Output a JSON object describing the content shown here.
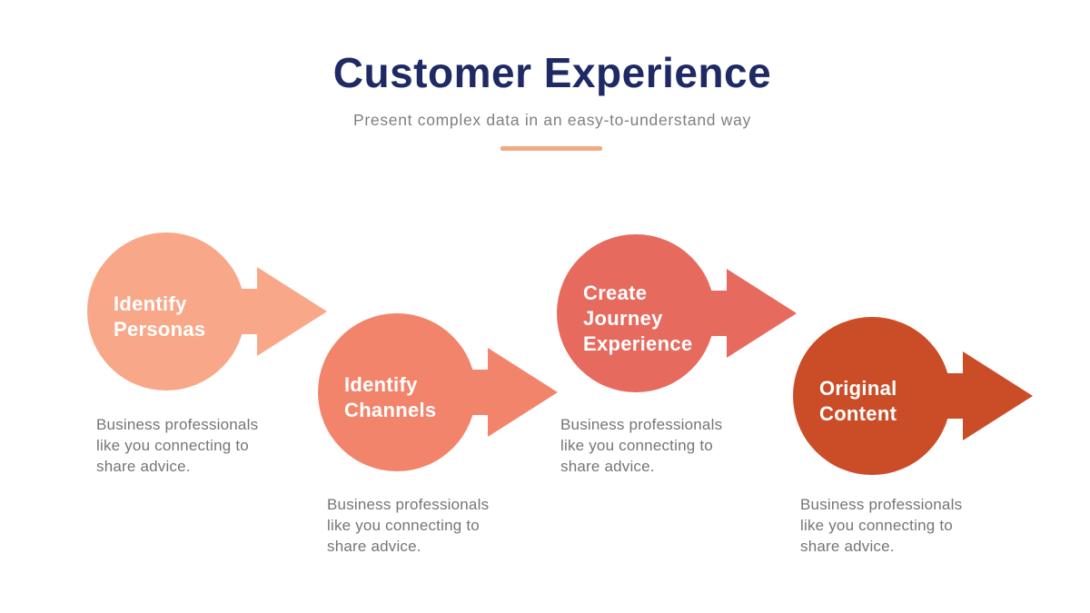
{
  "slide": {
    "title": "Customer Experience",
    "subtitle": "Present complex data in an easy-to-understand way",
    "title_color": "#1F2A64",
    "subtitle_color": "#7F7F7F",
    "divider_color": "#F2A984",
    "description_color": "#757575",
    "label_color": "#FFFFFF"
  },
  "steps": [
    {
      "label": "Identify\nPersonas",
      "description": "Business professionals\nlike you connecting to\nshare advice.",
      "color": "#F8A888"
    },
    {
      "label": "Identify\nChannels",
      "description": "Business professionals\nlike you connecting to\nshare advice.",
      "color": "#F3846C"
    },
    {
      "label": "Create\nJourney\nExperience",
      "description": "Business professionals\nlike you connecting to\nshare advice.",
      "color": "#E76A5E"
    },
    {
      "label": "Original\nContent",
      "description": "Business professionals\nlike you connecting to\nshare advice.",
      "color": "#CB4D28"
    }
  ]
}
